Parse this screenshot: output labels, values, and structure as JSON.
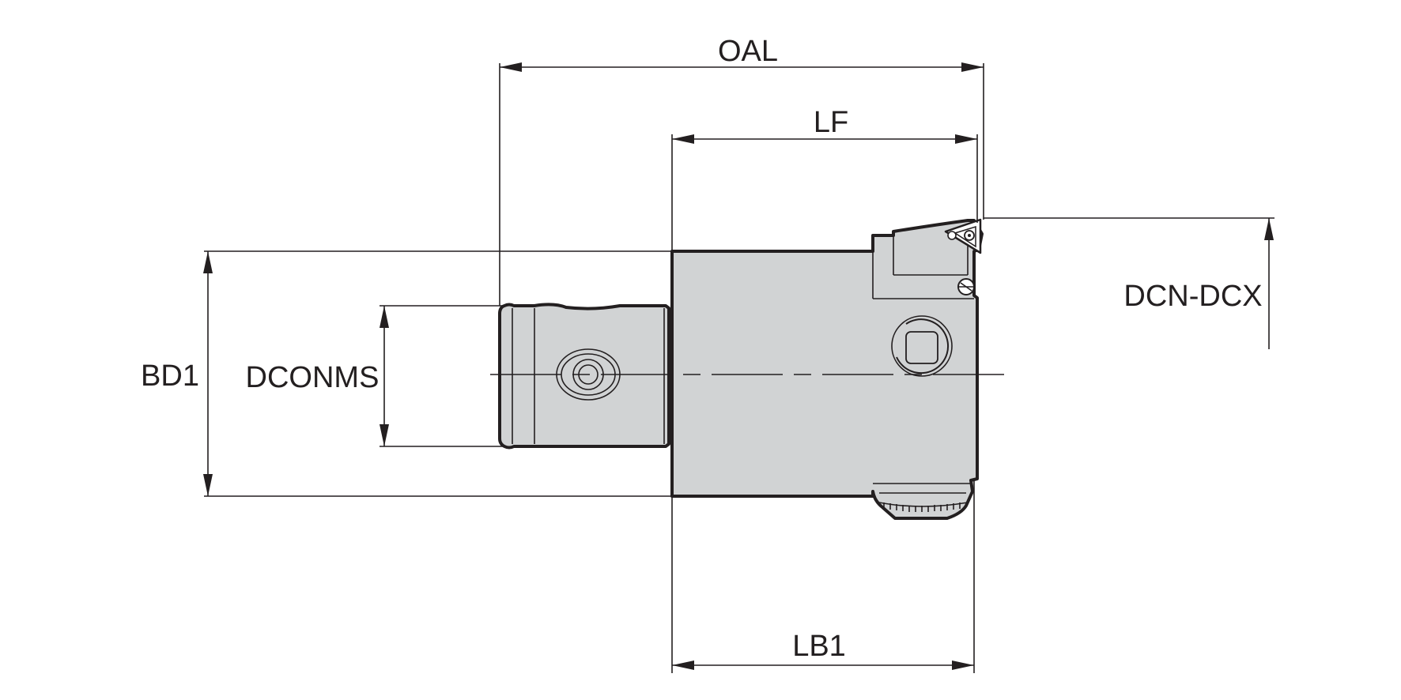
{
  "labels": {
    "oal": "OAL",
    "lf": "LF",
    "lb1": "LB1",
    "bd1": "BD1",
    "dconms": "DCONMS",
    "dcn_dcx": "DCN-DCX"
  },
  "colors": {
    "line": "#231f20",
    "body_fill": "#d1d3d4",
    "background": "#ffffff"
  }
}
